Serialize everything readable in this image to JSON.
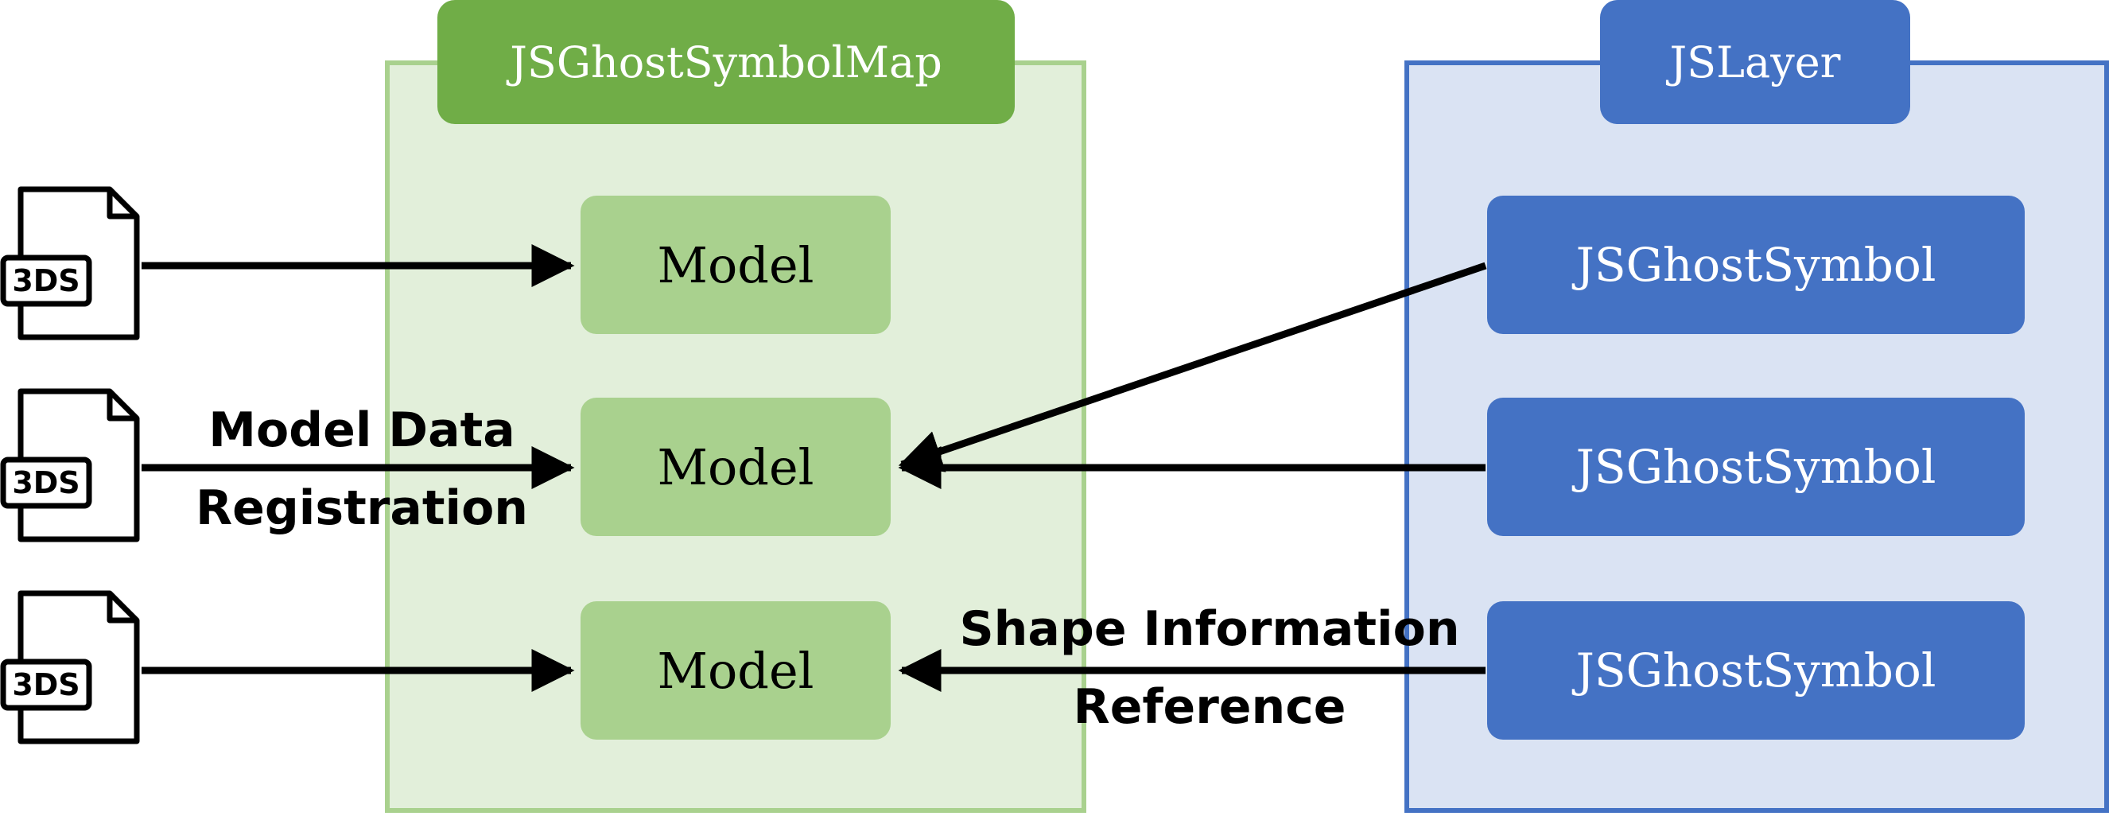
{
  "containers": {
    "symbol_map": {
      "title": "JSGhostSymbolMap"
    },
    "layer": {
      "title": "JSLayer"
    }
  },
  "models": [
    {
      "label": "Model"
    },
    {
      "label": "Model"
    },
    {
      "label": "Model"
    }
  ],
  "symbols": [
    {
      "label": "JSGhostSymbol"
    },
    {
      "label": "JSGhostSymbol"
    },
    {
      "label": "JSGhostSymbol"
    }
  ],
  "files": [
    {
      "badge": "3DS"
    },
    {
      "badge": "3DS"
    },
    {
      "badge": "3DS"
    }
  ],
  "labels": {
    "registration": {
      "line1": "Model Data",
      "line2": "Registration"
    },
    "reference": {
      "line1": "Shape Information",
      "line2": "Reference"
    }
  },
  "colors": {
    "green_dark": "#70ad47",
    "green_mid": "#a9d18e",
    "green_light": "#e2efda",
    "blue": "#4472c4",
    "blue_light": "#dae3f3"
  }
}
